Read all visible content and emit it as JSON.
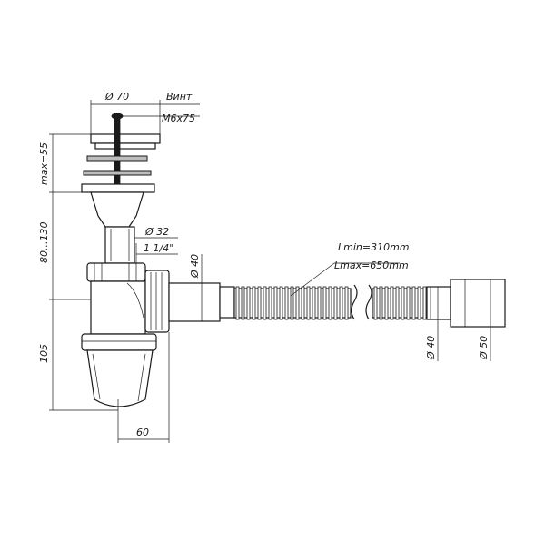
{
  "dimensions": {
    "cap_diameter": "Ø 70",
    "screw_label": "Винт",
    "screw_size": "M6x75",
    "max_height": "max=55",
    "height_range": "80...130",
    "tail_diameter": "Ø 32",
    "thread": "1 1/4\"",
    "outlet_diameter": "Ø 40",
    "body_height": "105",
    "body_width": "60",
    "hose_min": "Lmin=310mm",
    "hose_max": "Lmax=650mm",
    "hose_end_diameter": "Ø 40",
    "adapter_diameter": "Ø 50"
  },
  "colors": {
    "line": "#1a1a1a",
    "fill_gray": "#bdbdbd"
  }
}
